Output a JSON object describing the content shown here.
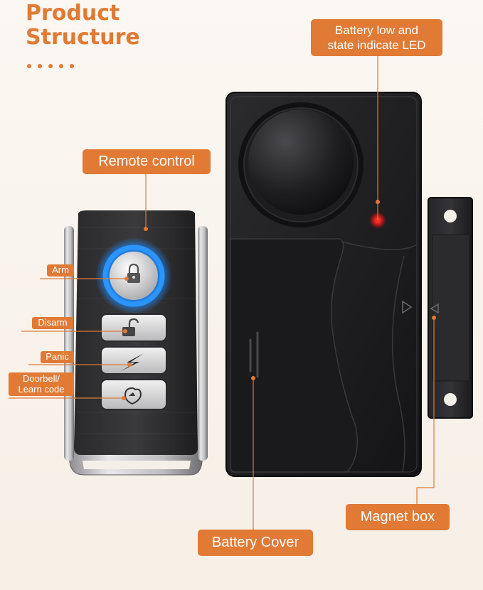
{
  "title": {
    "line1": "Product",
    "line2": "Structure"
  },
  "callouts": {
    "led_line1": "Battery low and",
    "led_line2": "state indicate LED",
    "remote": "Remote control",
    "battery_cover": "Battery Cover",
    "magnet_box": "Magnet box"
  },
  "buttons": {
    "arm": "Arm",
    "disarm": "Disarm",
    "panic": "Panic",
    "doorbell_line1": "Doorbell/",
    "doorbell_line2": "Learn code"
  },
  "colors": {
    "accent": "#e07a35",
    "device_body": "#1c1c1e",
    "led_red": "#ff2a2a",
    "arm_ring": "#1d8cff"
  }
}
